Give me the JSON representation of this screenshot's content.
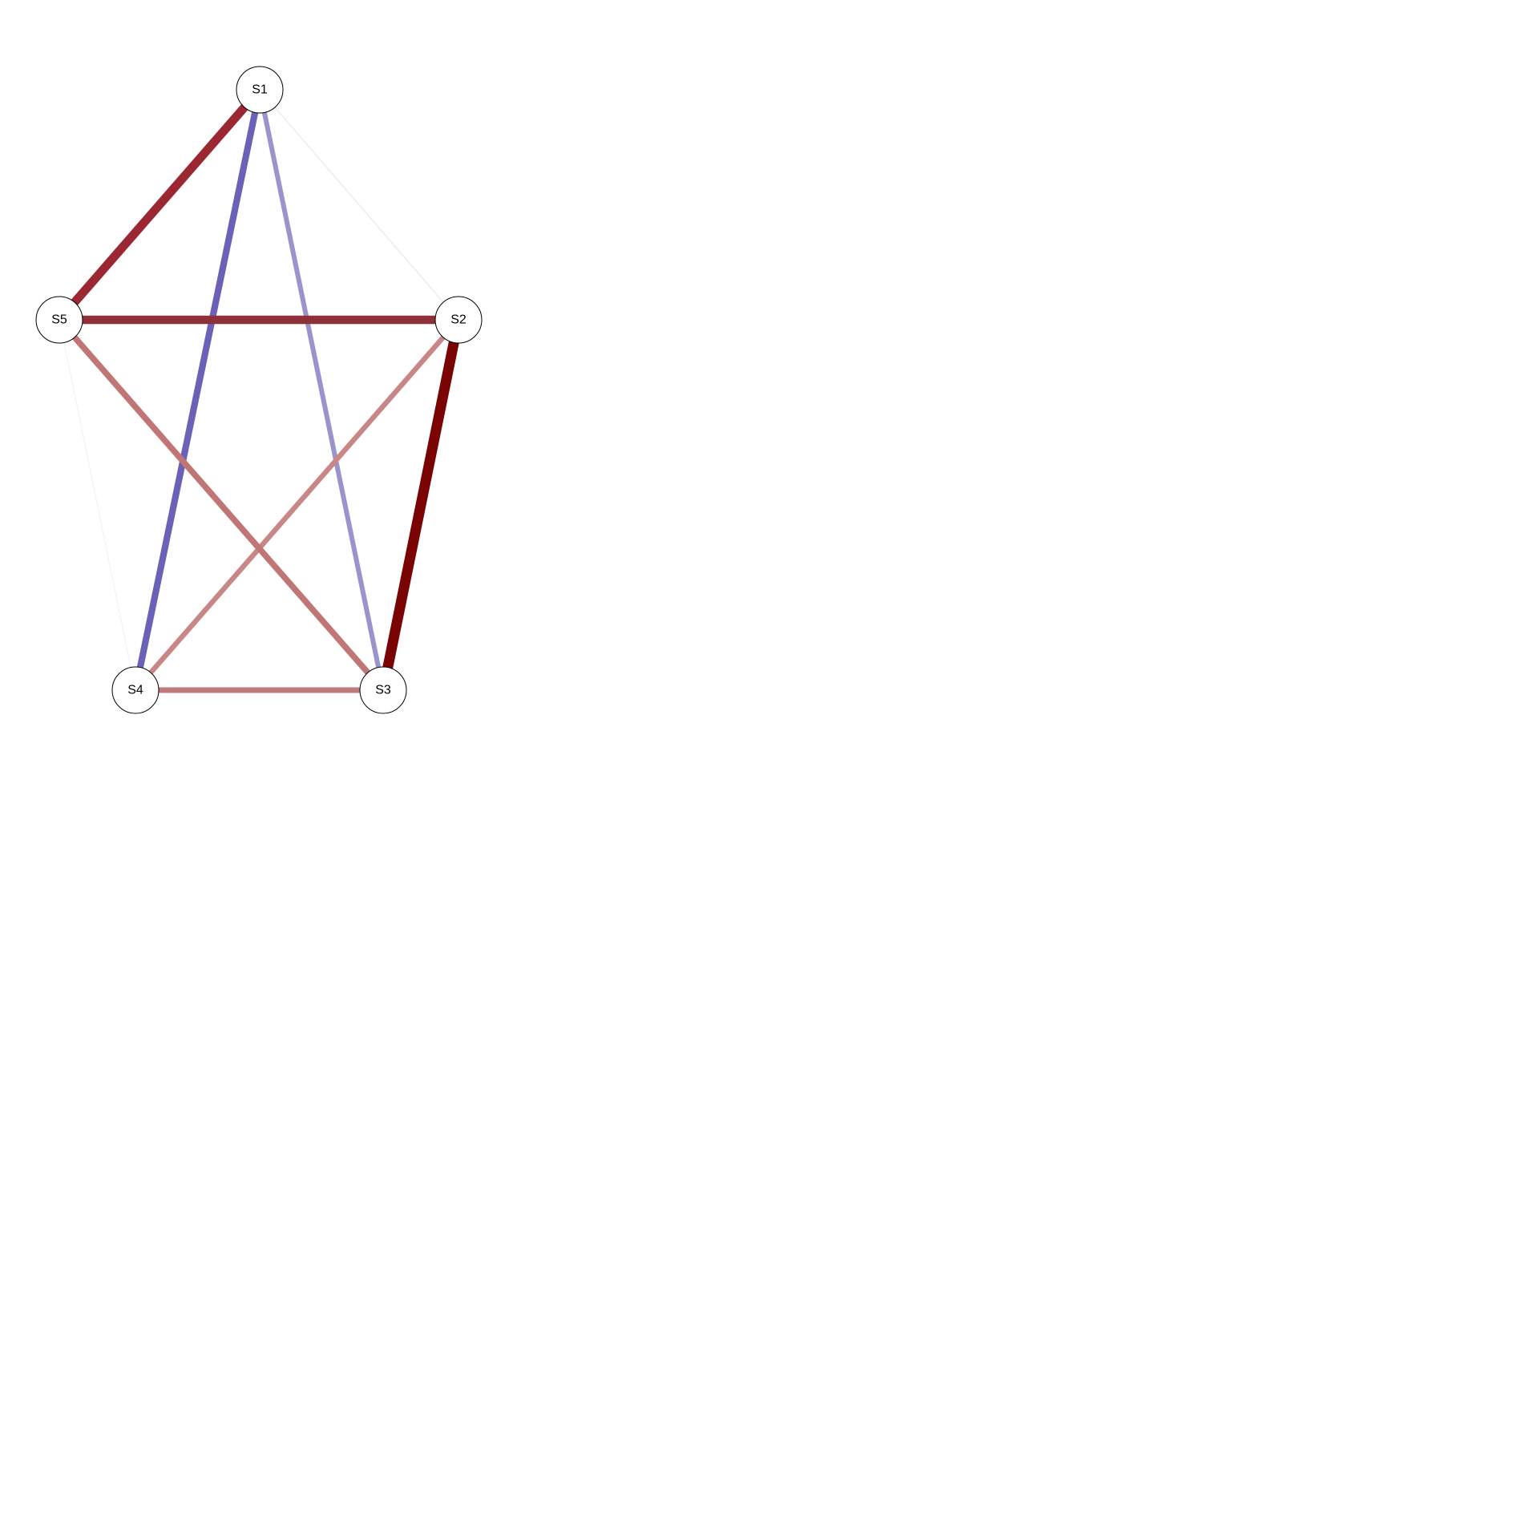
{
  "network": {
    "nodes": [
      {
        "id": "S1",
        "label": "S1"
      },
      {
        "id": "S2",
        "label": "S2"
      },
      {
        "id": "S3",
        "label": "S3"
      },
      {
        "id": "S4",
        "label": "S4"
      },
      {
        "id": "S5",
        "label": "S5"
      }
    ],
    "edges": [
      {
        "source": "S1",
        "target": "S2",
        "color": "#ebebeb",
        "weight": 0.03,
        "sign": "negative"
      },
      {
        "source": "S1",
        "target": "S3",
        "color": "#9a93cc",
        "weight": 0.42,
        "sign": "negative"
      },
      {
        "source": "S1",
        "target": "S4",
        "color": "#6b62b8",
        "weight": 0.6,
        "sign": "negative"
      },
      {
        "source": "S1",
        "target": "S5",
        "color": "#9b2732",
        "weight": 0.82,
        "sign": "positive"
      },
      {
        "source": "S2",
        "target": "S3",
        "color": "#7a0404",
        "weight": 1.0,
        "sign": "positive"
      },
      {
        "source": "S2",
        "target": "S4",
        "color": "#c98686",
        "weight": 0.45,
        "sign": "positive"
      },
      {
        "source": "S2",
        "target": "S5",
        "color": "#8e3038",
        "weight": 0.8,
        "sign": "positive"
      },
      {
        "source": "S3",
        "target": "S4",
        "color": "#bf7979",
        "weight": 0.5,
        "sign": "positive"
      },
      {
        "source": "S3",
        "target": "S5",
        "color": "#c17676",
        "weight": 0.55,
        "sign": "positive"
      },
      {
        "source": "S4",
        "target": "S5",
        "color": "#f3f3f3",
        "weight": 0.02,
        "sign": "positive"
      }
    ]
  }
}
